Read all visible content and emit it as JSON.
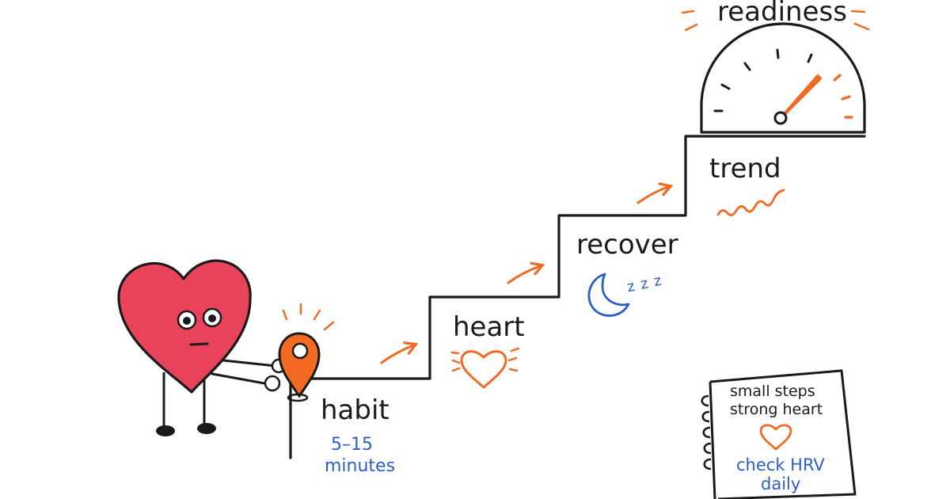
{
  "title": "readiness",
  "steps": [
    {
      "label": "habit",
      "note": [
        "5–15",
        "minutes"
      ]
    },
    {
      "label": "heart"
    },
    {
      "label": "recover",
      "icon": "moon-zzz-icon",
      "zzz": "z z z"
    },
    {
      "label": "trend"
    }
  ],
  "notebook": {
    "lines": [
      "small steps",
      "strong heart"
    ],
    "cta": [
      "check HRV",
      "daily"
    ]
  },
  "colors": {
    "ink": "#1a1a1a",
    "accent": "#f26a21",
    "heart": "#e8435a",
    "blue": "#2b5fc7"
  },
  "icons": [
    "heart-character",
    "location-pin-icon",
    "heart-outline-icon",
    "moon-icon",
    "zzz-icon",
    "squiggle-trend-icon",
    "speedometer-gauge-icon",
    "spiral-notebook-icon",
    "arrow-icon"
  ]
}
